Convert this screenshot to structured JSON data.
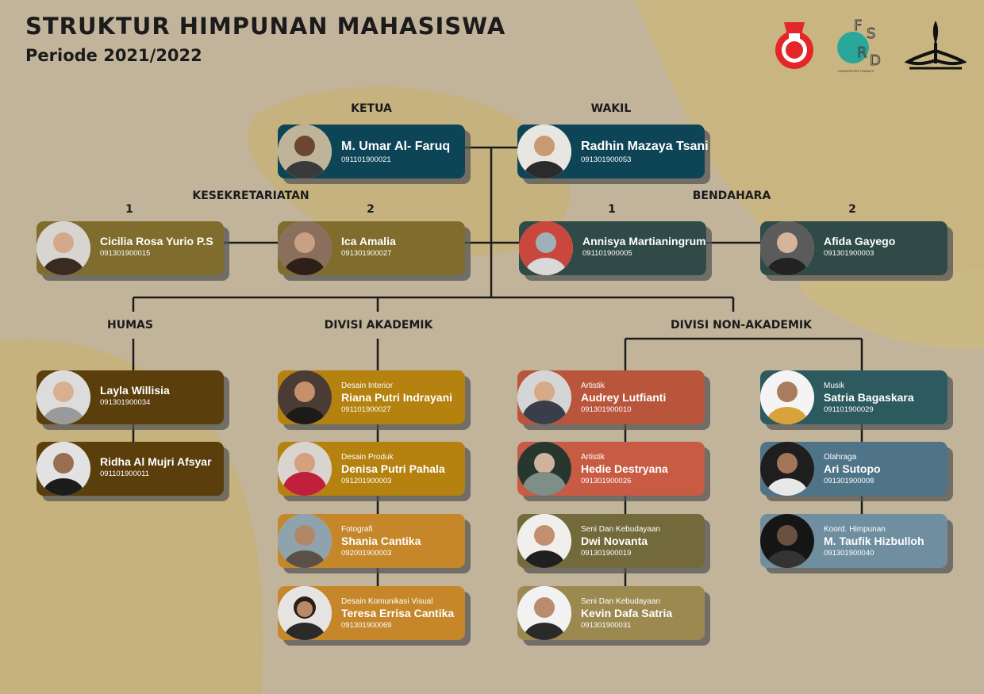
{
  "header": {
    "title": "STRUKTUR HIMPUNAN MAHASISWA",
    "subtitle": "Periode 2021/2022",
    "logo_text": "UNIVERSITAS TRISAKTI"
  },
  "labels": {
    "ketua": "KETUA",
    "wakil": "WAKIL",
    "kesekretariatan": "KESEKRETARIATAN",
    "bendahara": "BENDAHARA",
    "num1": "1",
    "num2": "2",
    "humas": "HUMAS",
    "akademik": "DIVISI AKADEMIK",
    "nonakademik": "DIVISI NON-AKADEMIK"
  },
  "colors": {
    "navy": "#0d4456",
    "olive": "#806d2d",
    "slate": "#2f4a47",
    "brown": "#5a3e0b",
    "amber": "#b5810f",
    "ochre": "#c5872a",
    "rust": "#b9553b",
    "coral": "#c85b43",
    "olivegreen": "#726a3a",
    "khaki": "#9c8950",
    "teal": "#2d5a5e",
    "steel": "#4f7488",
    "lightsteel": "#6f8fa1",
    "line": "#1b1b1b",
    "logo_red": "#e4262a",
    "logo_teal": "#2aa79b"
  },
  "members": {
    "ketua": {
      "name": "M. Umar Al- Faruq",
      "nim": "091101900021"
    },
    "wakil": {
      "name": "Radhin Mazaya Tsani",
      "nim": "091301900053"
    },
    "sek1": {
      "name": "Cicilia Rosa Yurio P.S",
      "nim": "091301900015"
    },
    "sek2": {
      "name": "Ica Amalia",
      "nim": "091301900027"
    },
    "ben1": {
      "name": "Annisya Martianingrum",
      "nim": "091101900005"
    },
    "ben2": {
      "name": "Afida Gayego",
      "nim": "091301900003"
    },
    "humas1": {
      "name": "Layla Willisia",
      "nim": "091301900034"
    },
    "humas2": {
      "name": "Ridha Al Mujri Afsyar",
      "nim": "091101900011"
    },
    "ak1": {
      "role": "Desain Interior",
      "name": "Riana Putri Indrayani",
      "nim": "091101900027"
    },
    "ak2": {
      "role": "Desain Produk",
      "name": "Denisa Putri Pahala",
      "nim": "091201900003"
    },
    "ak3": {
      "role": "Fotografi",
      "name": "Shania Cantika",
      "nim": "092001900003"
    },
    "ak4": {
      "role": "Desain Komunikasi Visual",
      "name": "Teresa Errisa Cantika",
      "nim": "091301900069"
    },
    "na1": {
      "role": "Artistik",
      "name": "Audrey Lutfianti",
      "nim": "091301900010"
    },
    "na2": {
      "role": "Artistik",
      "name": "Hedie Destryana",
      "nim": "091301900026"
    },
    "na3": {
      "role": "Seni Dan Kebudayaan",
      "name": "Dwi Novanta",
      "nim": "091301900019"
    },
    "na4": {
      "role": "Seni Dan Kebudayaan",
      "name": "Kevin Dafa Satria",
      "nim": "091301900031"
    },
    "na5": {
      "role": "Musik",
      "name": "Satria Bagaskara",
      "nim": "091101900029"
    },
    "na6": {
      "role": "Olahraga",
      "name": "Ari Sutopo",
      "nim": "091301900008"
    },
    "na7": {
      "role": "Koord. Himpunan",
      "name": "M. Taufik Hizbulloh",
      "nim": "091301900040"
    }
  }
}
